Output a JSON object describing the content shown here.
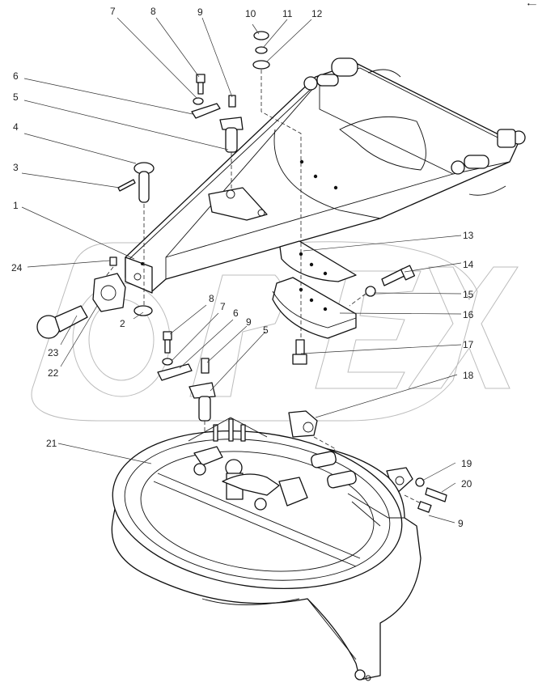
{
  "diagram": {
    "type": "exploded-parts-view",
    "subject": "fifth wheel coupling / turntable hitch assembly",
    "watermark_text": "OPEX",
    "corner_mark": "•—",
    "callouts": [
      {
        "number": "1",
        "label": "1",
        "part": "drawbar frame"
      },
      {
        "number": "2",
        "label": "2",
        "part": "washer"
      },
      {
        "number": "3",
        "label": "3",
        "part": "cotter pin"
      },
      {
        "number": "4",
        "label": "4",
        "part": "clevis pin"
      },
      {
        "number": "5",
        "label": "5",
        "part": "pivot pin with tab (upper)"
      },
      {
        "number": "6",
        "label": "6",
        "part": "locking plate (upper)"
      },
      {
        "number": "7",
        "label": "7",
        "part": "lock washer (upper)"
      },
      {
        "number": "8",
        "label": "8",
        "part": "bolt (upper)"
      },
      {
        "number": "9",
        "label": "9",
        "part": "grease nipple (upper)"
      },
      {
        "number": "10",
        "label": "10",
        "part": "nut"
      },
      {
        "number": "11",
        "label": "11",
        "part": "spring washer"
      },
      {
        "number": "12",
        "label": "12",
        "part": "flat washer"
      },
      {
        "number": "13",
        "label": "13",
        "part": "wear plate"
      },
      {
        "number": "14",
        "label": "14",
        "part": "adjusting bolt"
      },
      {
        "number": "15",
        "label": "15",
        "part": "lock nut"
      },
      {
        "number": "16",
        "label": "16",
        "part": "wear pad block"
      },
      {
        "number": "17",
        "label": "17",
        "part": "hex bolt"
      },
      {
        "number": "18",
        "label": "18",
        "part": "bushing flange"
      },
      {
        "number": "19",
        "label": "19",
        "part": "nut"
      },
      {
        "number": "20",
        "label": "20",
        "part": "bolt"
      },
      {
        "number": "21",
        "label": "21",
        "part": "fifth wheel plate"
      },
      {
        "number": "22",
        "label": "22",
        "part": "bearing housing"
      },
      {
        "number": "23",
        "label": "23",
        "part": "ball stud"
      },
      {
        "number": "24",
        "label": "24",
        "part": "grease nipple"
      }
    ],
    "lower_repeats": [
      {
        "label": "8"
      },
      {
        "label": "7"
      },
      {
        "label": "6"
      },
      {
        "label": "9"
      },
      {
        "label": "5"
      },
      {
        "label": "9"
      }
    ]
  }
}
